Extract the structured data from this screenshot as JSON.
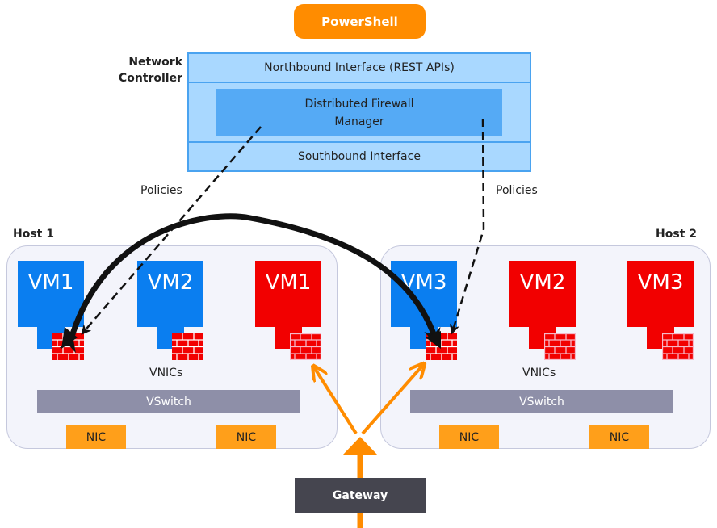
{
  "powershell": {
    "label": "PowerShell"
  },
  "network_controller": {
    "label_line1": "Network",
    "label_line2": "Controller",
    "northbound": "Northbound Interface (REST APIs)",
    "dfm_line1": "Distributed Firewall",
    "dfm_line2": "Manager",
    "southbound": "Southbound Interface"
  },
  "policies_left": "Policies",
  "policies_right": "Policies",
  "hosts": [
    {
      "label": "Host 1",
      "vms": [
        {
          "label": "VM1",
          "color": "blue"
        },
        {
          "label": "VM2",
          "color": "blue"
        },
        {
          "label": "VM1",
          "color": "red"
        }
      ],
      "vnics_label": "VNICs",
      "vswitch_label": "VSwitch",
      "nics": [
        "NIC",
        "NIC"
      ]
    },
    {
      "label": "Host 2",
      "vms": [
        {
          "label": "VM3",
          "color": "blue"
        },
        {
          "label": "VM2",
          "color": "red"
        },
        {
          "label": "VM3",
          "color": "red"
        }
      ],
      "vnics_label": "VNICs",
      "vswitch_label": "VSwitch",
      "nics": [
        "NIC",
        "NIC"
      ]
    }
  ],
  "gateway": {
    "label": "Gateway"
  },
  "colors": {
    "powershell": "#ff8c00",
    "controller": "#a9d8ff",
    "dfm": "#55aaf5",
    "vm_blue": "#0a7ef0",
    "vm_red": "#f20000",
    "vswitch": "#8e8fa8",
    "nic": "#ff9f1a",
    "gateway": "#45454f",
    "gateway_traffic": "#ff8c00"
  }
}
